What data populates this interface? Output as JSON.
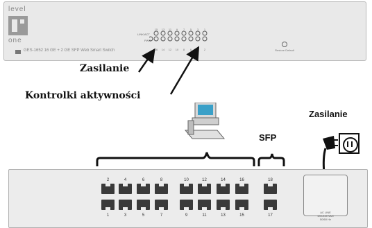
{
  "front_panel": {
    "logo_lines": [
      "level",
      "one"
    ],
    "led_labels": [
      "LINK/ACT",
      "PWR"
    ],
    "top_port_numbers": [
      "15",
      "13",
      "11",
      "9",
      "7",
      "5",
      "3",
      "1"
    ],
    "bottom_port_numbers": [
      "16",
      "14",
      "12",
      "10",
      "8",
      "6",
      "4",
      "2"
    ],
    "model_text": "GES-1652 16 GE + 2 GE SFP Web Smart Switch",
    "reset_label": "Restore Default"
  },
  "callouts": {
    "power_front": "Zasilanie",
    "activity_leds": "Kontrolki aktywności",
    "power_rear": "Zasilanie",
    "sfp": "SFP"
  },
  "rear_panel": {
    "top_ports": [
      "2",
      "4",
      "6",
      "8",
      "10",
      "12",
      "14",
      "16"
    ],
    "bottom_ports": [
      "1",
      "3",
      "5",
      "7",
      "9",
      "11",
      "13",
      "15"
    ],
    "sfp_top": "18",
    "sfp_bottom": "17",
    "power_text": [
      "AC LINE",
      "100-240 VAC",
      "50/60 Hz"
    ]
  },
  "icons": [
    "computer-icon",
    "power-outlet-icon",
    "power-plug-icon"
  ]
}
